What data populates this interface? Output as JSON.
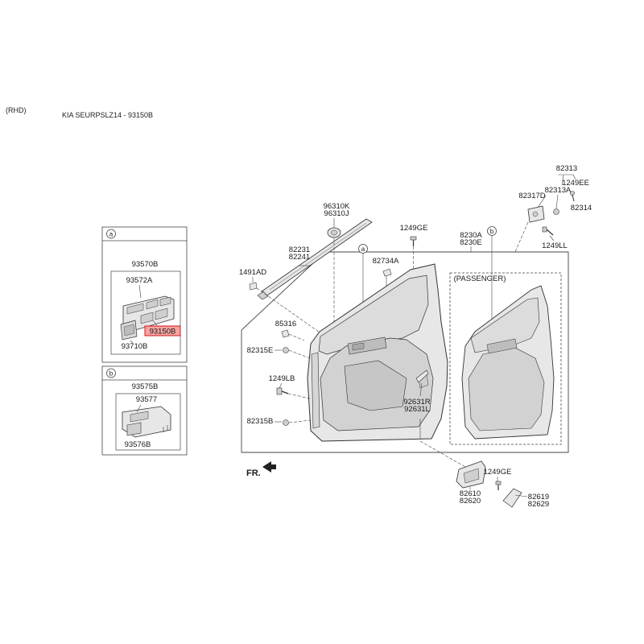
{
  "header": {
    "region": "(RHD)",
    "title": "KIA SEURPSLZ14 - 93150B"
  },
  "colors": {
    "line": "#444444",
    "highlight_fill": "#f5a3a3",
    "highlight_stroke": "#d11a1a",
    "part_fill": "#e7e7e7"
  },
  "panels": {
    "a": {
      "letter": "a",
      "labels": {
        "l93570B": "93570B",
        "l93572A": "93572A",
        "l93150B": "93150B",
        "l93710B": "93710B"
      }
    },
    "b": {
      "letter": "b",
      "labels": {
        "l93575B": "93575B",
        "l93577": "93577",
        "l93576B": "93576B"
      }
    }
  },
  "main": {
    "callout_a": "a",
    "callout_b": "b",
    "passenger": "(PASSENGER)",
    "front_label": "FR.",
    "labels": {
      "l82313": "82313",
      "l1249EE": "1249EE",
      "l82313A": "82313A",
      "l82317D": "82317D",
      "l82314": "82314",
      "l1249LL": "1249LL",
      "l96310K": "96310K",
      "l96310J": "96310J",
      "l1249GE_top": "1249GE",
      "l8230A": "8230A",
      "l8230E": "8230E",
      "l82231": "82231",
      "l82241": "82241",
      "l82734A": "82734A",
      "l1491AD": "1491AD",
      "l85316": "85316",
      "l82315E": "82315E",
      "l1249LB": "1249LB",
      "l82315B": "82315B",
      "l92631R": "92631R",
      "l92631L": "92631L",
      "l1249GE_bottom": "1249GE",
      "l82610": "82610",
      "l82620": "82620",
      "l82619": "82619",
      "l82629": "82629"
    }
  }
}
